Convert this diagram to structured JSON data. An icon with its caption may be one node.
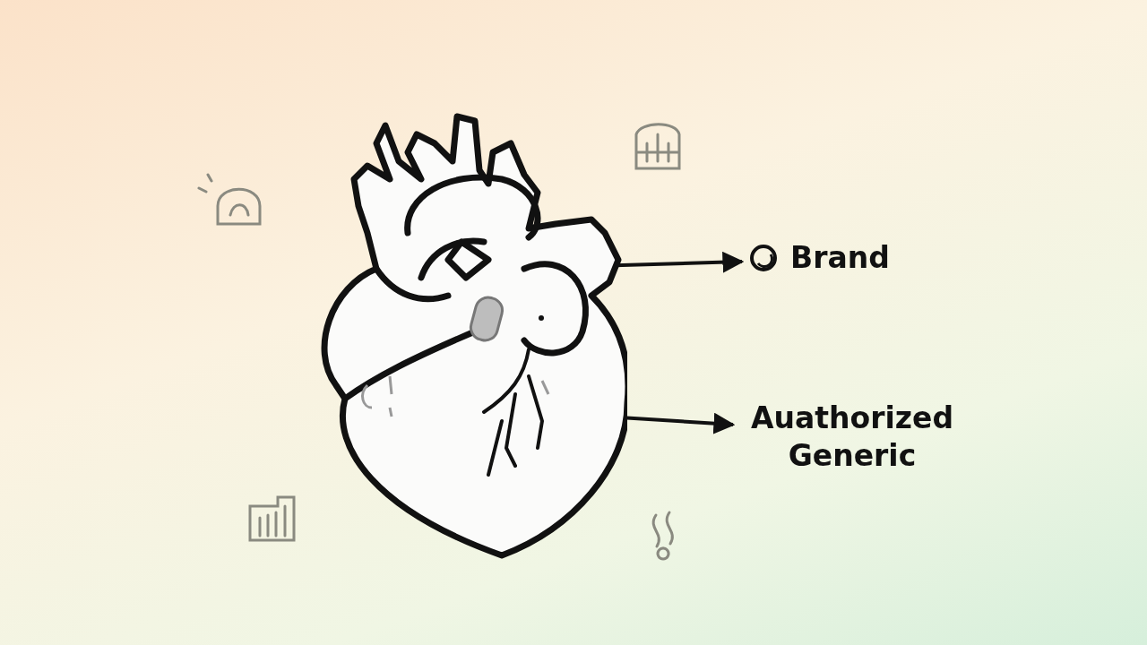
{
  "diagram": {
    "nodes": [
      {
        "text": [],
        "shape": "picture"
      },
      {
        "text": [
          "Brand"
        ]
      },
      {
        "text": [
          "Auathorized Generic"
        ]
      }
    ],
    "edges": [
      {
        "from": 0,
        "to": 1,
        "arrow": "to"
      },
      {
        "from": 0,
        "to": 2,
        "arrow": "to"
      }
    ]
  }
}
